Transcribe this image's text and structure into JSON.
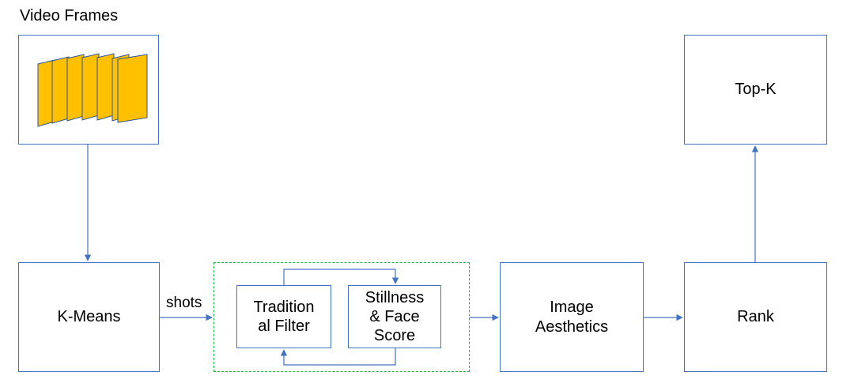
{
  "diagram": {
    "video_frames_label": "Video Frames",
    "kmeans_label": "K-Means",
    "shots_label": "shots",
    "traditional_filter_label": "Tradition\nal Filter",
    "stillness_face_label": "Stillness\n& Face\nScore",
    "image_aesthetics_label": "Image\nAesthetics",
    "rank_label": "Rank",
    "topk_label": "Top-K"
  },
  "colors": {
    "box_border": "#4472c4",
    "arrow": "#4472c4",
    "dashed_group": "#22b04a",
    "frame_fill": "#ffc000",
    "frame_outline": "#2f5597"
  }
}
